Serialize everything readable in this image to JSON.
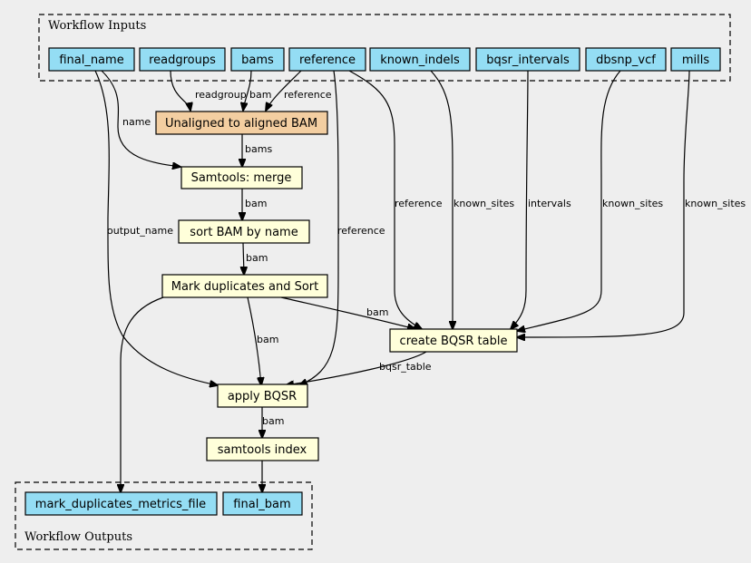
{
  "colors": {
    "background": "#eeeeee",
    "input_node": "#94ddf4",
    "first_step": "#f3cea1",
    "step": "#ffffda",
    "output_node": "#94ddf4"
  },
  "clusters": {
    "inputs": "Workflow Inputs",
    "outputs": "Workflow Outputs"
  },
  "inputs": {
    "final_name": "final_name",
    "readgroups": "readgroups",
    "bams": "bams",
    "reference": "reference",
    "known_indels": "known_indels",
    "bqsr_intervals": "bqsr_intervals",
    "dbsnp_vcf": "dbsnp_vcf",
    "mills": "mills"
  },
  "steps": {
    "align": "Unaligned to aligned BAM",
    "merge": "Samtools: merge",
    "sort": "sort BAM by name",
    "markdup": "Mark duplicates and Sort",
    "bqsr_table": "create BQSR table",
    "apply_bqsr": "apply BQSR",
    "index": "samtools index"
  },
  "outputs": {
    "metrics": "mark_duplicates_metrics_file",
    "final_bam": "final_bam"
  },
  "edge_labels": {
    "readgroups_align": "readgroup",
    "bams_align": "bam",
    "reference_align": "reference",
    "final_name_merge": "name",
    "align_merge": "bams",
    "merge_sort": "bam",
    "sort_markdup": "bam",
    "final_name_apply": "output_name",
    "reference_apply": "reference",
    "reference_table": "reference",
    "known_indels_table": "known_sites",
    "intervals_table": "intervals",
    "dbsnp_table": "known_sites",
    "mills_table": "known_sites",
    "markdup_table": "bam",
    "markdup_apply": "bam",
    "table_apply": "bqsr_table",
    "apply_index": "bam"
  }
}
